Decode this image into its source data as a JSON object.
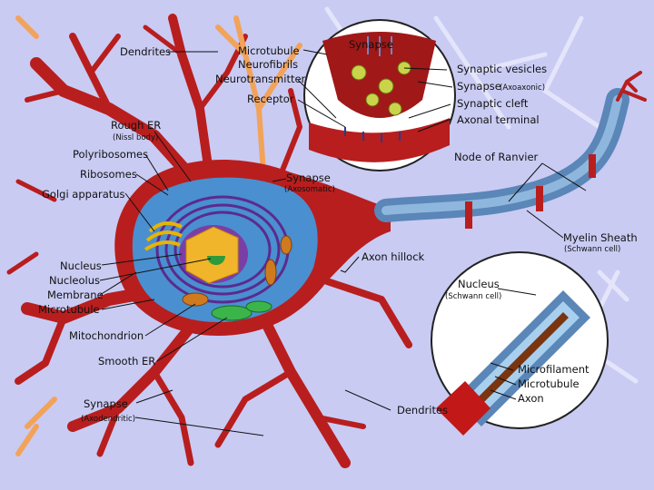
{
  "labels": {
    "dendrites_top": "Dendrites",
    "microtubule_top": "Microtubule",
    "neurofibrils": "Neurofibrils",
    "neurotransmitter": "Neurotransmitter",
    "receptor": "Receptor",
    "synapse_inset": "Synapse",
    "synaptic_vesicles": "Synaptic vesicles",
    "synapse_axoaxonic": "Synapse",
    "synapse_axoaxonic_sub": "(Axoaxonic)",
    "synaptic_cleft": "Synaptic cleft",
    "axonal_terminal": "Axonal terminal",
    "rough_er": "Rough ER",
    "rough_er_sub": "(Nissl body)",
    "polyribosomes": "Polyribosomes",
    "ribosomes": "Ribosomes",
    "golgi": "Golgi apparatus",
    "synapse_axosomatic": "Synapse",
    "synapse_axosomatic_sub": "(Axosomatic)",
    "node_of_ranvier": "Node of Ranvier",
    "myelin_sheath": "Myelin Sheath",
    "myelin_sheath_sub": "(Schwann cell)",
    "axon_hillock": "Axon hillock",
    "nucleus": "Nucleus",
    "nucleolus": "Nucleolus",
    "membrane": "Membrane",
    "microtubule_left": "Microtubule",
    "mitochondrion": "Mitochondrion",
    "smooth_er": "Smooth ER",
    "synapse_axodendritic": "Synapse",
    "synapse_axodendritic_sub": "(Axodendritic)",
    "dendrites_bottom": "Dendrites",
    "nucleus_schwann": "Nucleus",
    "nucleus_schwann_sub": "(Schwann cell)",
    "microfilament": "Microfilament",
    "microtubule_inset": "Microtubule",
    "axon": "Axon"
  },
  "colors": {
    "background": "#c9cbf3",
    "neuron": "#b81e1e",
    "dendrite_orange": "#f2a35a",
    "cytoplasm": "#4a8fcf",
    "nucleus": "#7a3fa6",
    "nucleolus": "#2e9a3a",
    "golgi": "#e8b400",
    "myelin": "#5a86b8",
    "inset_bg": "#ffffff"
  }
}
